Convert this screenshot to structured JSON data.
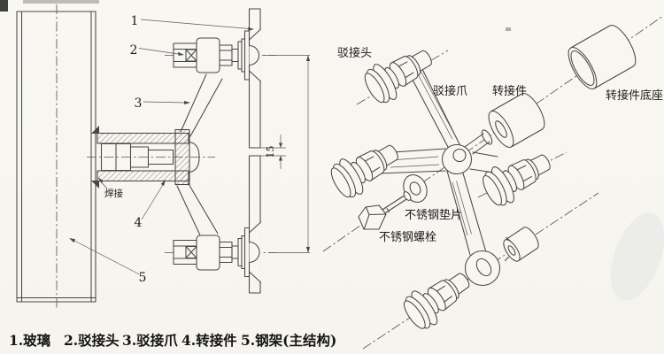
{
  "colors": {
    "paper": "#f8f6f1",
    "ink": "#474747",
    "text": "#1c1c1c"
  },
  "left_view": {
    "callout_1": "1",
    "callout_2": "2",
    "callout_3": "3",
    "callout_4": "4",
    "callout_5": "5",
    "weld_label": "焊接",
    "gap_dimension": "15",
    "caption": {
      "item_1": "1.玻璃",
      "item_2": "2.驳接头",
      "item_3": "3.驳接爪",
      "item_4": "4.转接件",
      "item_5": "5.钢架(主结构)"
    }
  },
  "right_view": {
    "label_connector_head": "驳接头",
    "label_spider_claw": "驳接爪",
    "label_adapter": "转接件",
    "label_adapter_base": "转接件底座",
    "label_washer": "不锈钢垫片",
    "label_bolt": "不锈钢螺栓"
  }
}
